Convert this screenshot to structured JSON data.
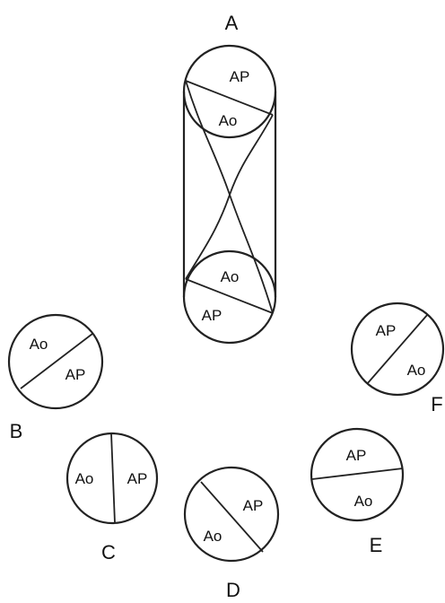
{
  "diagram": {
    "top": {
      "label": "A",
      "upper_parts": [
        "AP",
        "Ao"
      ],
      "lower_parts": [
        "Ao",
        "AP"
      ]
    },
    "views": [
      {
        "label": "B",
        "parts": [
          "Ao",
          "AP"
        ]
      },
      {
        "label": "C",
        "parts": [
          "Ao",
          "AP"
        ]
      },
      {
        "label": "D",
        "parts": [
          "AP",
          "Ao"
        ]
      },
      {
        "label": "E",
        "parts": [
          "AP",
          "Ao"
        ]
      },
      {
        "label": "F",
        "parts": [
          "AP",
          "Ao"
        ]
      }
    ]
  }
}
